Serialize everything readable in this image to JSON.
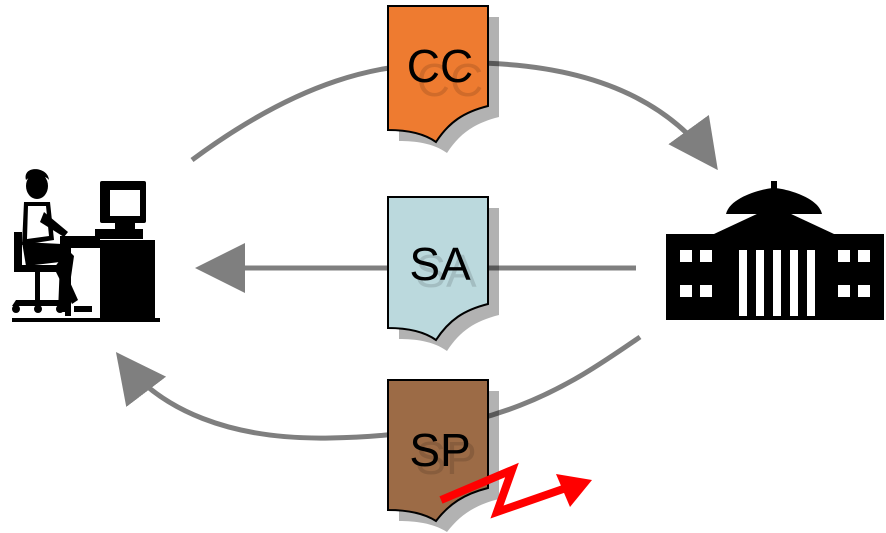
{
  "documents": {
    "top": {
      "label": "CC",
      "color": "#EE7B30"
    },
    "middle": {
      "label": "SA",
      "color": "#BBD9DD"
    },
    "bottom": {
      "label": "SP",
      "color": "#9C6B46"
    }
  },
  "icons": {
    "left": "person-at-computer-icon",
    "right": "institution-building-icon",
    "lightning": "lightning-arrow-icon"
  },
  "colors": {
    "arrow": "#7F7F7F",
    "lightning": "#FF0000",
    "silhouette": "#000000"
  }
}
